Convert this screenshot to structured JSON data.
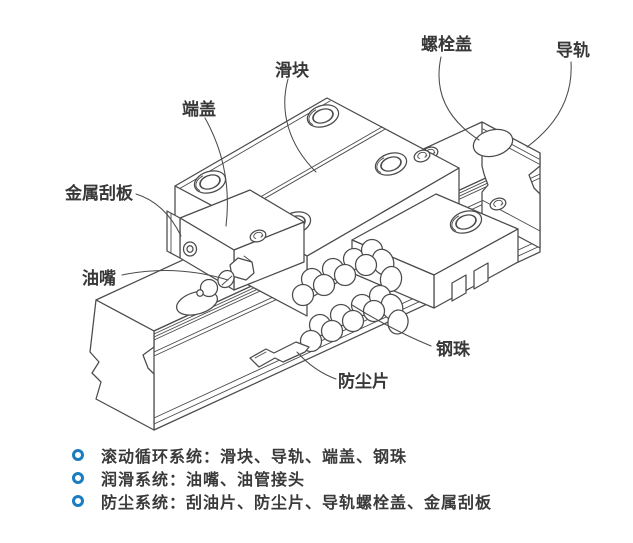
{
  "figure": {
    "title": "linear-guide-rail-structure-diagram",
    "labels": [
      {
        "id": "end-cap",
        "text": "端盖"
      },
      {
        "id": "slider",
        "text": "滑块"
      },
      {
        "id": "bolt-cover",
        "text": "螺栓盖"
      },
      {
        "id": "guide-rail",
        "text": "导轨"
      },
      {
        "id": "metal-scraper",
        "text": "金属刮板"
      },
      {
        "id": "oil-nipple",
        "text": "油嘴"
      },
      {
        "id": "steel-ball",
        "text": "钢珠"
      },
      {
        "id": "dust-sheet",
        "text": "防尘片"
      }
    ]
  },
  "legend": {
    "items": [
      {
        "text": "滚动循环系统：滑块、导轨、端盖、钢珠"
      },
      {
        "text": "润滑系统：油嘴、油管接头"
      },
      {
        "text": "防尘系统：刮油片、防尘片、导轨螺栓盖、金属刮板"
      }
    ]
  },
  "colors": {
    "line": "#4b4b4b",
    "label_text": "#383838",
    "legend_text": "#3a3a3a",
    "bullet_blue": "#1b7dc0",
    "background": "#ffffff"
  }
}
